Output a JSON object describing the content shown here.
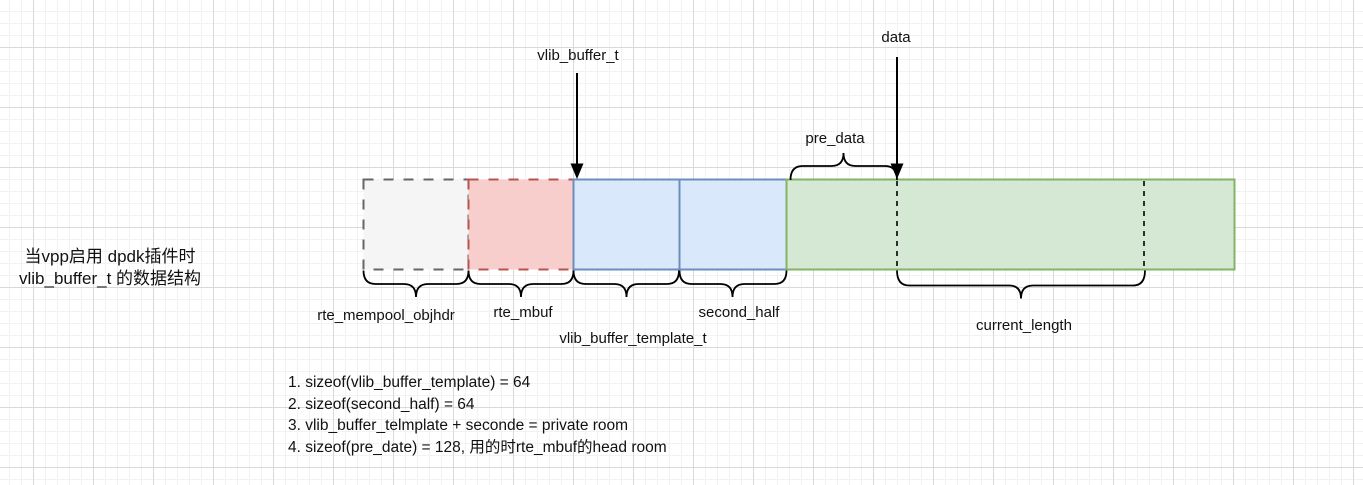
{
  "description": {
    "line1": "当vpp启用 dpdk插件时",
    "line2": "vlib_buffer_t 的数据结构"
  },
  "pointer_labels": {
    "vlib_buffer_t": "vlib_buffer_t",
    "data": "data",
    "pre_data": "pre_data"
  },
  "segment_labels": {
    "rte_mempool_objhdr": "rte_mempool_objhdr",
    "rte_mbuf": "rte_mbuf",
    "vlib_buffer_template_t": "vlib_buffer_template_t",
    "second_half": "second_half",
    "current_length": "current_length"
  },
  "notes": [
    "1. sizeof(vlib_buffer_template) = 64",
    "2. sizeof(second_half) = 64",
    "3. vlib_buffer_telmplate + seconde = private room",
    "4. sizeof(pre_date) = 128, 用的时rte_mbuf的head room"
  ],
  "colors": {
    "mempool_fill": "#f5f5f5",
    "mempool_stroke": "#666666",
    "mbuf_fill": "#f8cecc",
    "mbuf_stroke": "#b85450",
    "template_fill": "#dae8fc",
    "template_stroke": "#6c8ebf",
    "payload_fill": "#d5e8d4",
    "payload_stroke": "#82b366",
    "line": "#000000",
    "grid_major": "#d9d9d9",
    "grid_minor": "#f2f2f2"
  }
}
